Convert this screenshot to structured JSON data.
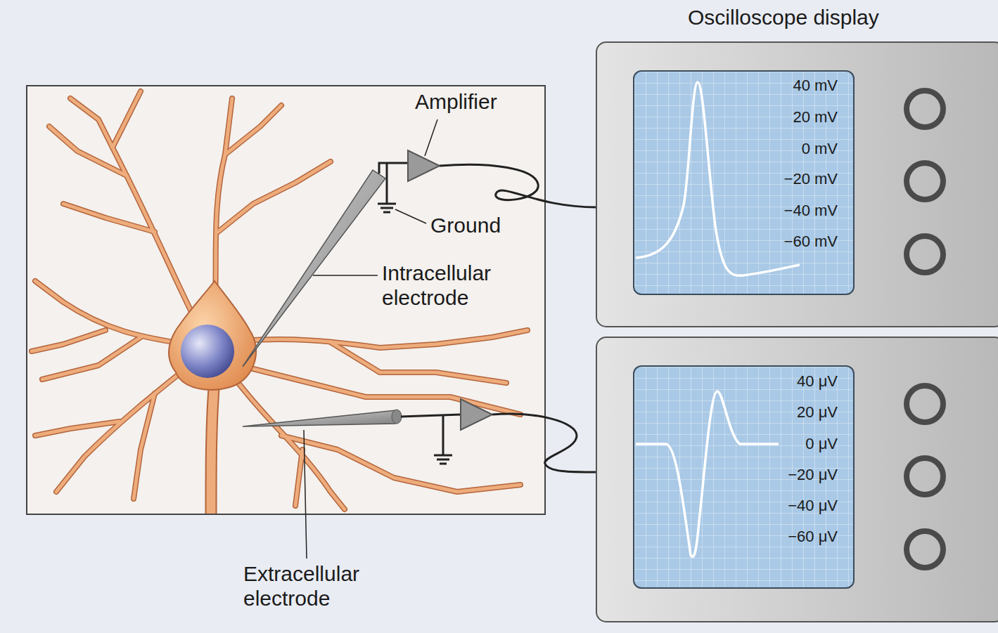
{
  "diagram": {
    "nodes": [
      {
        "text": [
          "40 mV",
          "20 mV",
          "0 mV",
          "−20 mV",
          "−40 mV",
          "−60 mV"
        ]
      },
      {
        "text": [
          "40 μV",
          "20 μV",
          "0 μV",
          "−20 μV",
          "−40 μV",
          "−60 μV"
        ]
      }
    ],
    "labels": [
      "Oscilloscope display",
      "Amplifier",
      "Ground",
      "Intracellular electrode",
      "Extracellular electrode"
    ]
  }
}
